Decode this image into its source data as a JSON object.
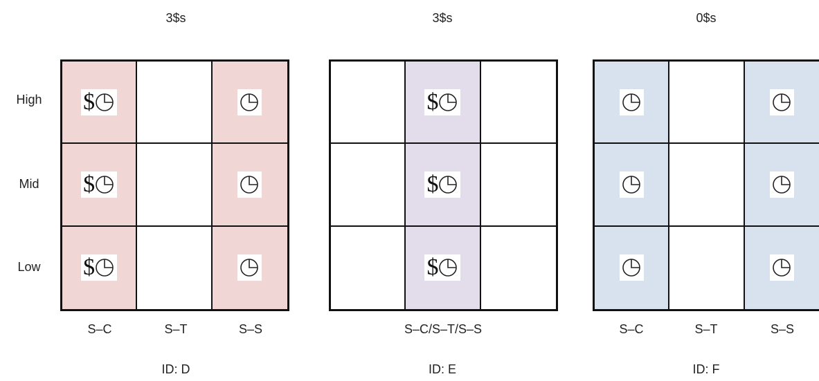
{
  "headers": [
    "3$s",
    "3$s",
    "0$s"
  ],
  "row_labels": [
    "High",
    "Mid",
    "Low"
  ],
  "colors": {
    "panel_d": "#f1d6d6",
    "panel_e": "#e3dcea",
    "panel_f": "#d8e2ee"
  },
  "panels": [
    {
      "id_label": "ID: D",
      "x_labels": [
        "S–C",
        "S–T",
        "S–S"
      ],
      "shaded_columns": [
        0,
        2
      ],
      "cells": [
        [
          {
            "dollar": "$",
            "clock": true
          },
          {
            "dollar": "",
            "clock": false
          },
          {
            "dollar": "",
            "clock": true
          }
        ],
        [
          {
            "dollar": "$",
            "clock": true
          },
          {
            "dollar": "",
            "clock": false
          },
          {
            "dollar": "",
            "clock": true
          }
        ],
        [
          {
            "dollar": "$",
            "clock": true
          },
          {
            "dollar": "",
            "clock": false
          },
          {
            "dollar": "",
            "clock": true
          }
        ]
      ]
    },
    {
      "id_label": "ID: E",
      "x_labels": [
        "S–C/S–T/S–S"
      ],
      "shaded_columns": [
        1
      ],
      "cells": [
        [
          {
            "dollar": "",
            "clock": false
          },
          {
            "dollar": "$",
            "clock": true
          },
          {
            "dollar": "",
            "clock": false
          }
        ],
        [
          {
            "dollar": "",
            "clock": false
          },
          {
            "dollar": "$",
            "clock": true
          },
          {
            "dollar": "",
            "clock": false
          }
        ],
        [
          {
            "dollar": "",
            "clock": false
          },
          {
            "dollar": "$",
            "clock": true
          },
          {
            "dollar": "",
            "clock": false
          }
        ]
      ]
    },
    {
      "id_label": "ID: F",
      "x_labels": [
        "S–C",
        "S–T",
        "S–S"
      ],
      "shaded_columns": [
        0,
        2
      ],
      "cells": [
        [
          {
            "dollar": "",
            "clock": true
          },
          {
            "dollar": "",
            "clock": false
          },
          {
            "dollar": "",
            "clock": true
          }
        ],
        [
          {
            "dollar": "",
            "clock": true
          },
          {
            "dollar": "",
            "clock": false
          },
          {
            "dollar": "",
            "clock": true
          }
        ],
        [
          {
            "dollar": "",
            "clock": true
          },
          {
            "dollar": "",
            "clock": false
          },
          {
            "dollar": "",
            "clock": true
          }
        ]
      ]
    }
  ]
}
